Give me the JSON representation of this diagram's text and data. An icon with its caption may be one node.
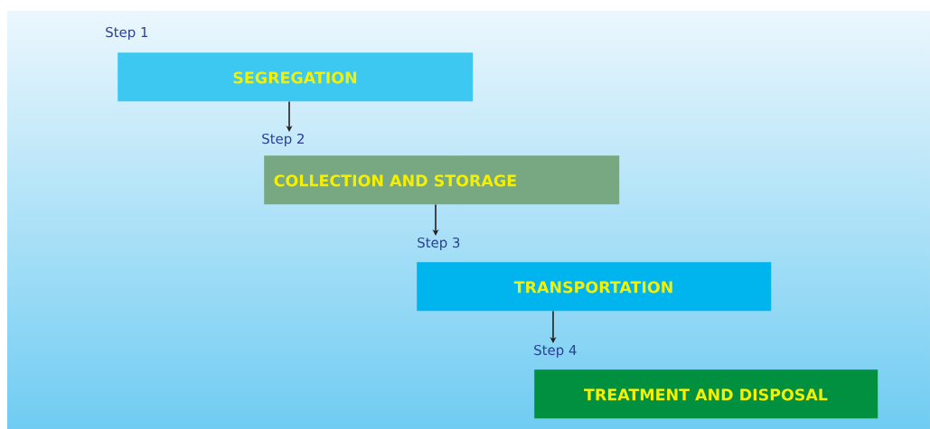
{
  "diagram": {
    "nodes": [
      {
        "text": [
          "Step 1",
          "SEGREGATION"
        ]
      },
      {
        "text": [
          "Step 2",
          "COLLECTION AND STORAGE"
        ]
      },
      {
        "text": [
          "Step 3",
          "TRANSPORTATION"
        ]
      },
      {
        "text": [
          "Step 4",
          "TREATMENT AND DISPOSAL"
        ]
      }
    ],
    "edges": [
      {
        "from": 0,
        "to": 1,
        "arrow": "to"
      },
      {
        "from": 1,
        "to": 2,
        "arrow": "to"
      },
      {
        "from": 2,
        "to": 3,
        "arrow": "to"
      }
    ]
  }
}
